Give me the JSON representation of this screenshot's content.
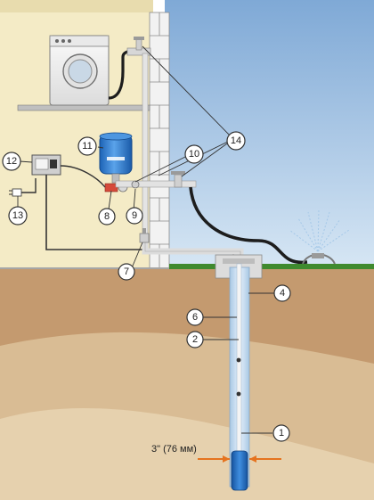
{
  "diagram": {
    "callouts": [
      {
        "id": "1",
        "label": "1"
      },
      {
        "id": "2",
        "label": "2"
      },
      {
        "id": "4",
        "label": "4"
      },
      {
        "id": "6",
        "label": "6"
      },
      {
        "id": "7",
        "label": "7"
      },
      {
        "id": "8",
        "label": "8"
      },
      {
        "id": "9",
        "label": "9"
      },
      {
        "id": "10",
        "label": "10"
      },
      {
        "id": "11",
        "label": "11"
      },
      {
        "id": "12",
        "label": "12"
      },
      {
        "id": "13",
        "label": "13"
      },
      {
        "id": "14",
        "label": "14"
      }
    ],
    "dimension_label": "3\" (76 мм)",
    "colors": {
      "interior_wall": "#f3e9c4",
      "sky": "#c4d9ee",
      "soil": "#c39a72",
      "deep_soil": "#dcc19a",
      "grass": "#3f8a2e",
      "pipe": "#e3e3e3",
      "hose": "#1d1d1d",
      "tank": "#2f7fd1",
      "casing": "#cfe3f4",
      "pump": "#1f67c6",
      "dimension_arrow": "#e5731f"
    }
  }
}
